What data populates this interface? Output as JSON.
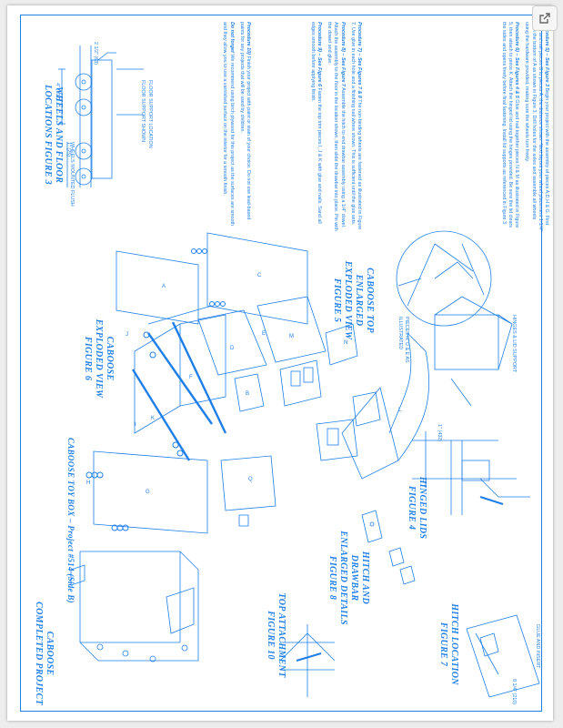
{
  "toolbar": {
    "open_label": "Open in new window",
    "open_icon": "external-link-icon"
  },
  "colors": {
    "ink": "#1f7fe8",
    "paper": "#ffffff",
    "viewer": "#ededed"
  },
  "footer_title": "CABOOSE TOY BOX – Project #514 (Side B)",
  "figures": {
    "fig3": "WHEELS AND FLOOR\nLOCATIONS FIGURE 3",
    "fig4": "HINGED LIDS\nFIGURE 4",
    "fig5": "CABOOSE TOP\nENLARGED\nEXPLODED VIEW\nFIGURE 5",
    "fig6": "CABOOSE\nEXPLODED VIEW\nFIGURE 6",
    "fig7": "HITCH LOCATION\nFIGURE 7",
    "fig8": "HITCH AND\nDRAWBAR\nENLARGED DETAILS\nFIGURE 8",
    "fig9": "CABOOSE\nCOMPLETED PROJECT",
    "fig10": "TOP ATTACHMENT\nFIGURE 10"
  },
  "instructions": [
    {
      "heading": "Procedure 5) – See Figure 3",
      "body": "Begin your project with the assembly of pieces A,D,H & G. First glue and nail pieces G to pieces A, the distance shown. Next layout your wheel placement 1-1/4\" from the bottom of A as shown in Figure 3. Drill holes for the axles and assemble all wheels using the hardware provided, making sure the wheels turn freely."
    },
    {
      "heading": "Procedure 6) – See Figures 4 & 5",
      "body": "Glue and nail together pieces N & M as illustrated in Figure 5, then attach to piece K. Attach the hinged lid using the hinges provided. Be sure the lid clears the sides and opens freely before final fastening. Install lid supports as referenced in Figure 3."
    },
    {
      "heading": "Procedure 7) – See Figures 7 & 8",
      "body": "The non-binding wheels are fastened as illustrated in Figure 7. Use glue in each hole and a finishing nail where shown. This is sufficient until the glue sets."
    },
    {
      "heading": "Procedure 8) – See Figure 7",
      "body": "Assemble the hitch to end drawbar assembly using a 1/4\" dowel. Attach the assembly to the floor in the location shown, then slide the drawbar into place. Pin with the dowel and glue."
    },
    {
      "heading": "Procedure 9) – See Figure 6",
      "body": "Fasten the top trim pieces I, J & K with glue and nails. Sand all edges smooth before applying finish."
    },
    {
      "heading": "Procedure 10)",
      "body": "Finish your project with paint or stain of your choice. Do not use lead-based paints for any projects that will be used by children."
    },
    {
      "heading": "Do not forget",
      "body": "We recommend using birch plywood for this project as the surfaces are smooth and they allow you to use a varnished surface on the interior for a smooth finish."
    }
  ],
  "dims": {
    "d1": "2 1/2\" (63)",
    "d2": "4\" (102)",
    "d3": "1\" (25)",
    "d4": "1/2\" (13)",
    "d5": "1\" (432)",
    "d6": "8 1/4\" (210)"
  },
  "parts": {
    "A": "A",
    "B": "B",
    "C": "C",
    "D": "D",
    "E": "E",
    "F": "F",
    "G": "G",
    "H": "H",
    "I": "I",
    "J": "J",
    "K": "K",
    "L": "L",
    "M": "M",
    "N": "N",
    "Q": "Q"
  },
  "notes": {
    "n1": "FLOOR SUPPORT LOCATION",
    "n2": "FLOOR SUPPORT SHOWN",
    "n3": "WHEELS MOUNTED FLUSH",
    "n4": "HINGES & LID SUPPORT",
    "n5": "GLUE AND INSERT",
    "n6": "PIECES H, D & E AS ILLUSTRATED"
  }
}
